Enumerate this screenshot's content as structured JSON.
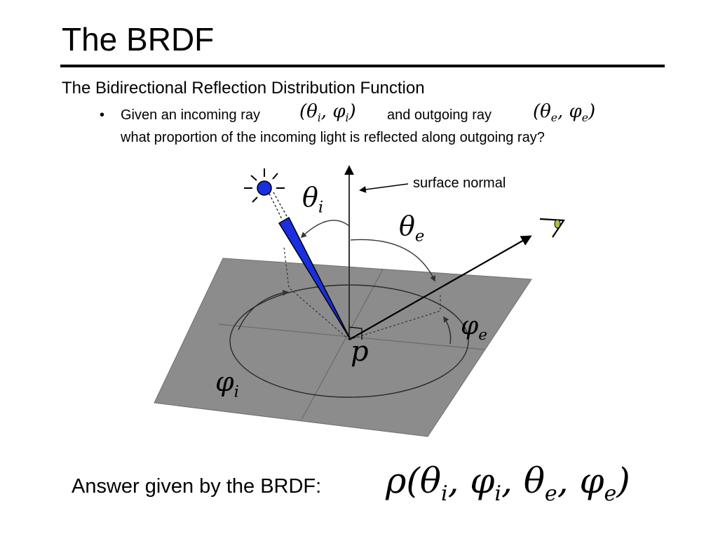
{
  "slide": {
    "title": "The BRDF",
    "subtitle": "The Bidirectional Reflection Distribution Function",
    "bullet": {
      "marker": "•",
      "prefix": "Given an incoming ray",
      "incoming_ray": "(θi, φi)",
      "middle": "and outgoing ray",
      "outgoing_ray": "(θe, φe)",
      "question": "what proportion of the incoming light is reflected along outgoing ray?"
    },
    "answer_label": "Answer given by the BRDF:",
    "formula": "ρ(θi, φi, θe, φe)"
  },
  "diagram": {
    "surface_normal_label": "surface normal",
    "point_label": "p",
    "theta_i_label": "θi",
    "theta_e_label": "θe",
    "phi_i_label": "φi",
    "phi_e_label": "φe",
    "colors": {
      "surface": "#8c8c8c",
      "incoming_ray": "#1a2fe0",
      "light_source": "#1a2fe0",
      "eye_iris": "#a8c040",
      "ink": "#000000"
    }
  }
}
